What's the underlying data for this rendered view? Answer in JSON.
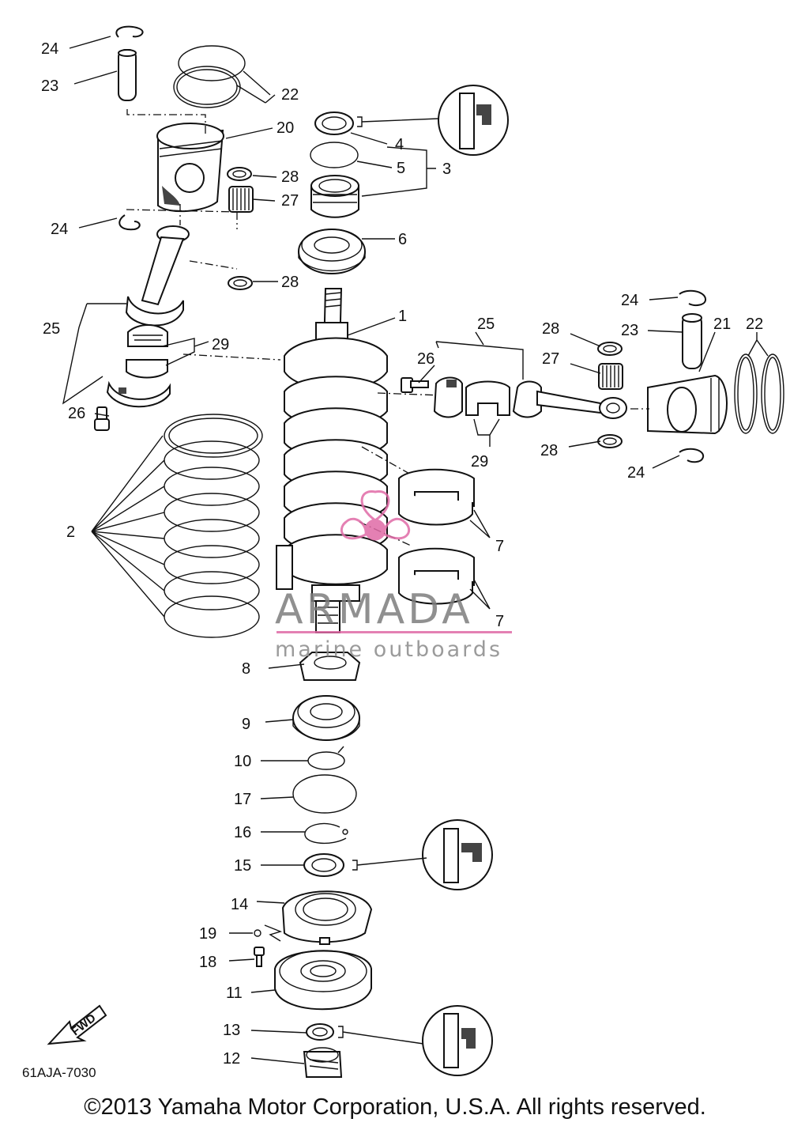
{
  "diagram": {
    "part_numbers": {
      "p1": "1",
      "p2": "2",
      "p3": "3",
      "p4": "4",
      "p5": "5",
      "p6": "6",
      "p7": "7",
      "p8": "8",
      "p9": "9",
      "p10": "10",
      "p11": "11",
      "p12": "12",
      "p13": "13",
      "p14": "14",
      "p15": "15",
      "p16": "16",
      "p17": "17",
      "p18": "18",
      "p19": "19",
      "p20": "20",
      "p21": "21",
      "p22": "22",
      "p23": "23",
      "p24": "24",
      "p25": "25",
      "p26": "26",
      "p27": "27",
      "p28": "28",
      "p29": "29"
    },
    "drawing_code": "61AJA-7030",
    "fwd_label": "FWD"
  },
  "watermark": {
    "brand": "ARMADA",
    "tagline": "marine outboards",
    "color": "#e06aa6"
  },
  "copyright": "©2013 Yamaha Motor Corporation, U.S.A. All rights reserved."
}
